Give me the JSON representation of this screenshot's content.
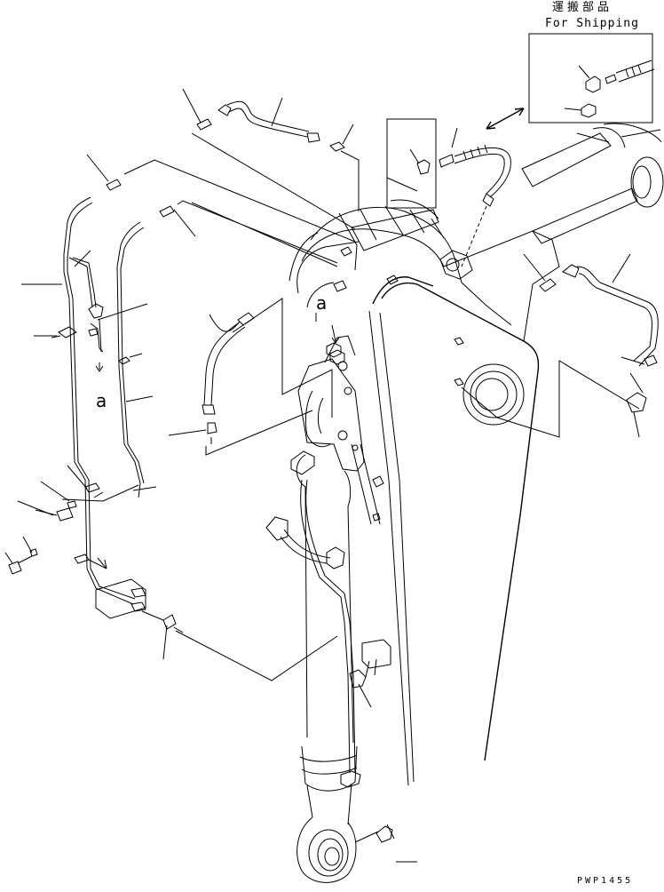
{
  "shipping_box": {
    "title_jp": "運搬部品",
    "title_en": "For Shipping"
  },
  "detail_marks": {
    "left": "a",
    "center": "a"
  },
  "drawing_code": "PWP1455"
}
